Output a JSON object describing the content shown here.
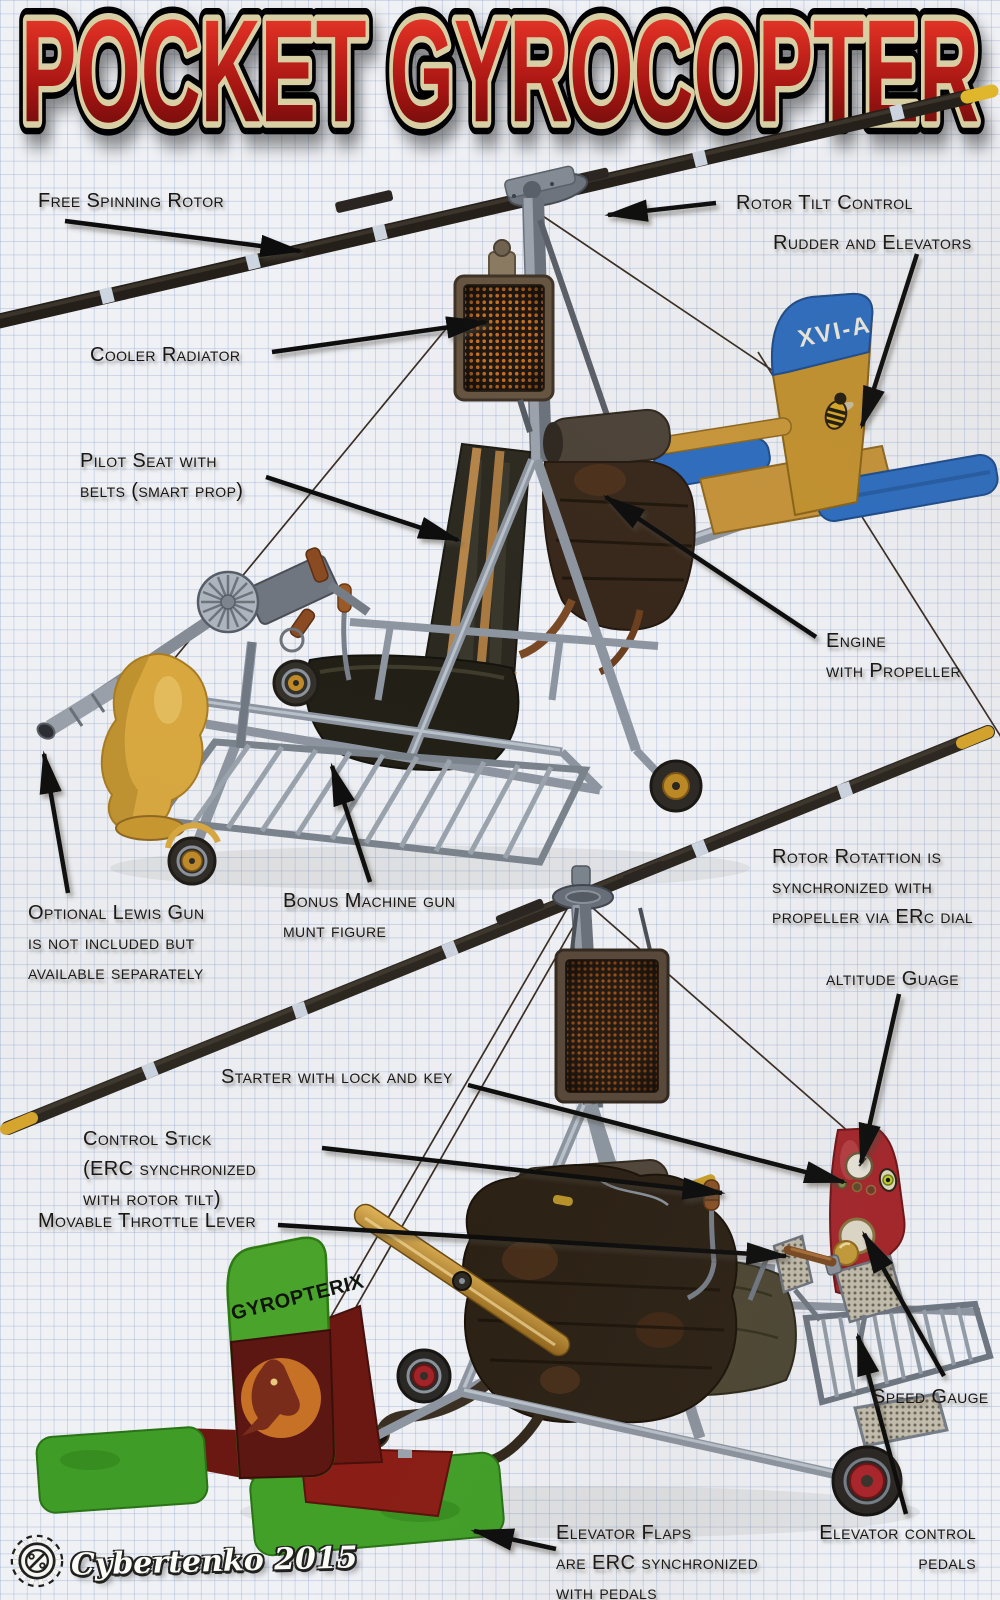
{
  "header": {
    "title": "POCKET GYROCOPTER"
  },
  "colors": {
    "paper": "#f0f1f5",
    "grid_line": "#c7d2e5",
    "title_red_top": "#f04c3a",
    "title_red_bottom": "#570808",
    "title_outline": "#d8d0a4",
    "label_text": "#181512",
    "arrow": "#0c0c0c",
    "tail_blue": "#2d6dc0",
    "tail_gold": "#c3922f",
    "fin_green": "#4aa32a",
    "fin_maroon": "#5d1712",
    "panel_red": "#a5262b",
    "flap_green": "#42a028"
  },
  "top_model": {
    "tail_marking": "XVI-A",
    "labels": {
      "free_spinning_rotor": "Free Spinning Rotor",
      "rotor_tilt_control": "Rotor Tilt Control",
      "rudder_and_elevators": "Rudder and Elevators",
      "cooler_radiator": "Cooler Radiator",
      "pilot_seat": [
        "Pilot Seat with",
        "belts (smart prop)"
      ],
      "engine": [
        "Engine",
        "with Propeller"
      ],
      "lewis_gun": [
        "Optional Lewis Gun",
        "is not included but",
        "available separately"
      ],
      "machine_gun_mount": [
        "Bonus Machine gun",
        "munt figure"
      ]
    }
  },
  "bottom_model": {
    "tail_marking": "GYROPTERIX",
    "labels": {
      "rotor_rotation": [
        "Rotor Rotattion is",
        "synchronized with",
        "propeller via ERc dial"
      ],
      "altitude_gauge": "altitude Guage",
      "starter": "Starter with lock and key",
      "control_stick": [
        "Control Stick",
        "(ERC synchronized",
        "with rotor tilt)"
      ],
      "throttle": "Movable Throttle Lever",
      "speed_gauge": "Speed Gauge",
      "elevator_flaps": [
        "Elevator Flaps",
        "are ERC synchronized",
        "with pedals"
      ],
      "elevator_pedals": [
        "Elevator control",
        "pedals"
      ]
    }
  },
  "footer": {
    "watermark": "Cybertenko 2015"
  }
}
